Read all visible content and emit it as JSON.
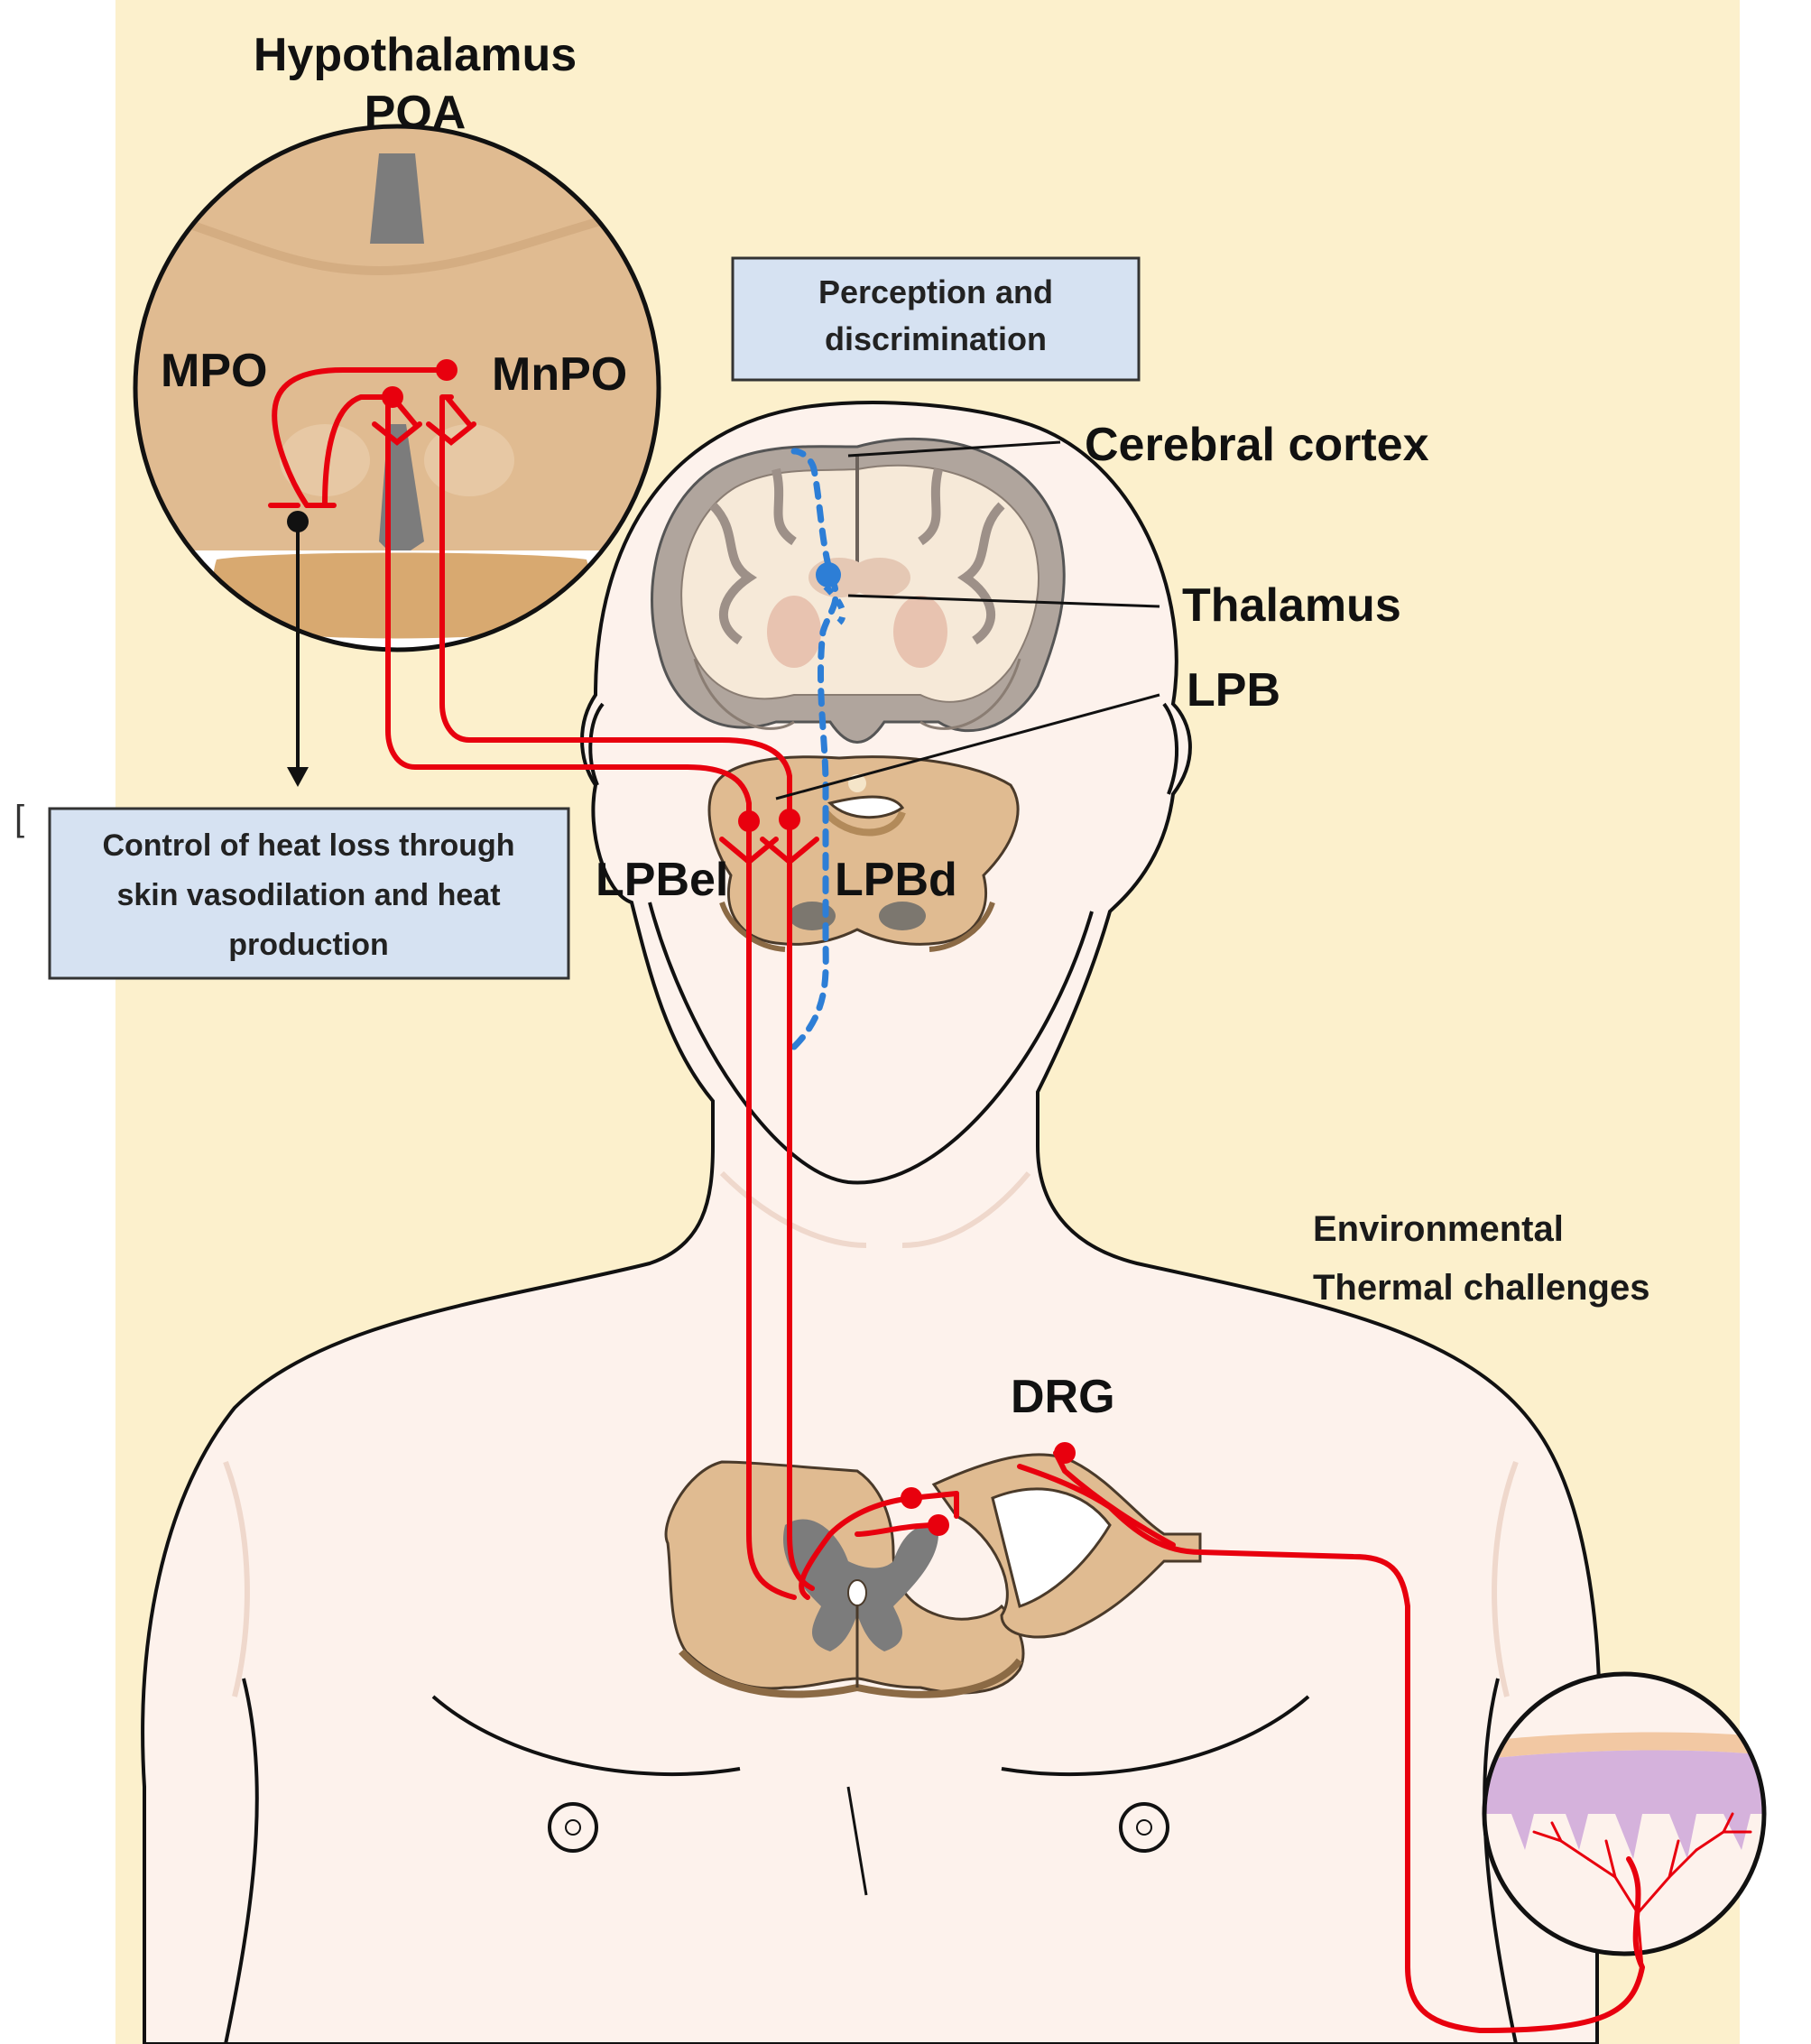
{
  "labels": {
    "hypothalamus": "Hypothalamus",
    "poa": "POA",
    "mpo": "MPO",
    "mnpo": "MnPO",
    "cerebral_cortex": "Cerebral cortex",
    "thalamus": "Thalamus",
    "lpb": "LPB",
    "lpbel": "LPBel",
    "lpbd": "LPBd",
    "drg": "DRG",
    "environmental_line1": "Environmental",
    "environmental_line2": "Thermal challenges"
  },
  "boxes": {
    "perception_line1": "Perception and",
    "perception_line2": "discrimination",
    "control_line1": "Control of heat loss through",
    "control_line2": "skin vasodilation and heat",
    "control_line3": "production"
  },
  "stray_mark": "[",
  "colors": {
    "background": "#fcf0cc",
    "skin": "#fdf2ec",
    "tissue": "#e0bb91",
    "pathway_red": "#e8000e",
    "pathway_blue": "#2d7ed6",
    "box_fill": "#d6e2f2",
    "box_border": "#333333",
    "gray_matter": "#7c7c7c"
  },
  "icons": {
    "body": "human-torso-outline",
    "hypothalamus_inset": "hypothalamus-section-magnifier",
    "brain": "coronal-brain-section",
    "pons": "brainstem-section",
    "spinal_cord": "spinal-cord-cross-section",
    "skin_inset": "skin-section-magnifier"
  }
}
